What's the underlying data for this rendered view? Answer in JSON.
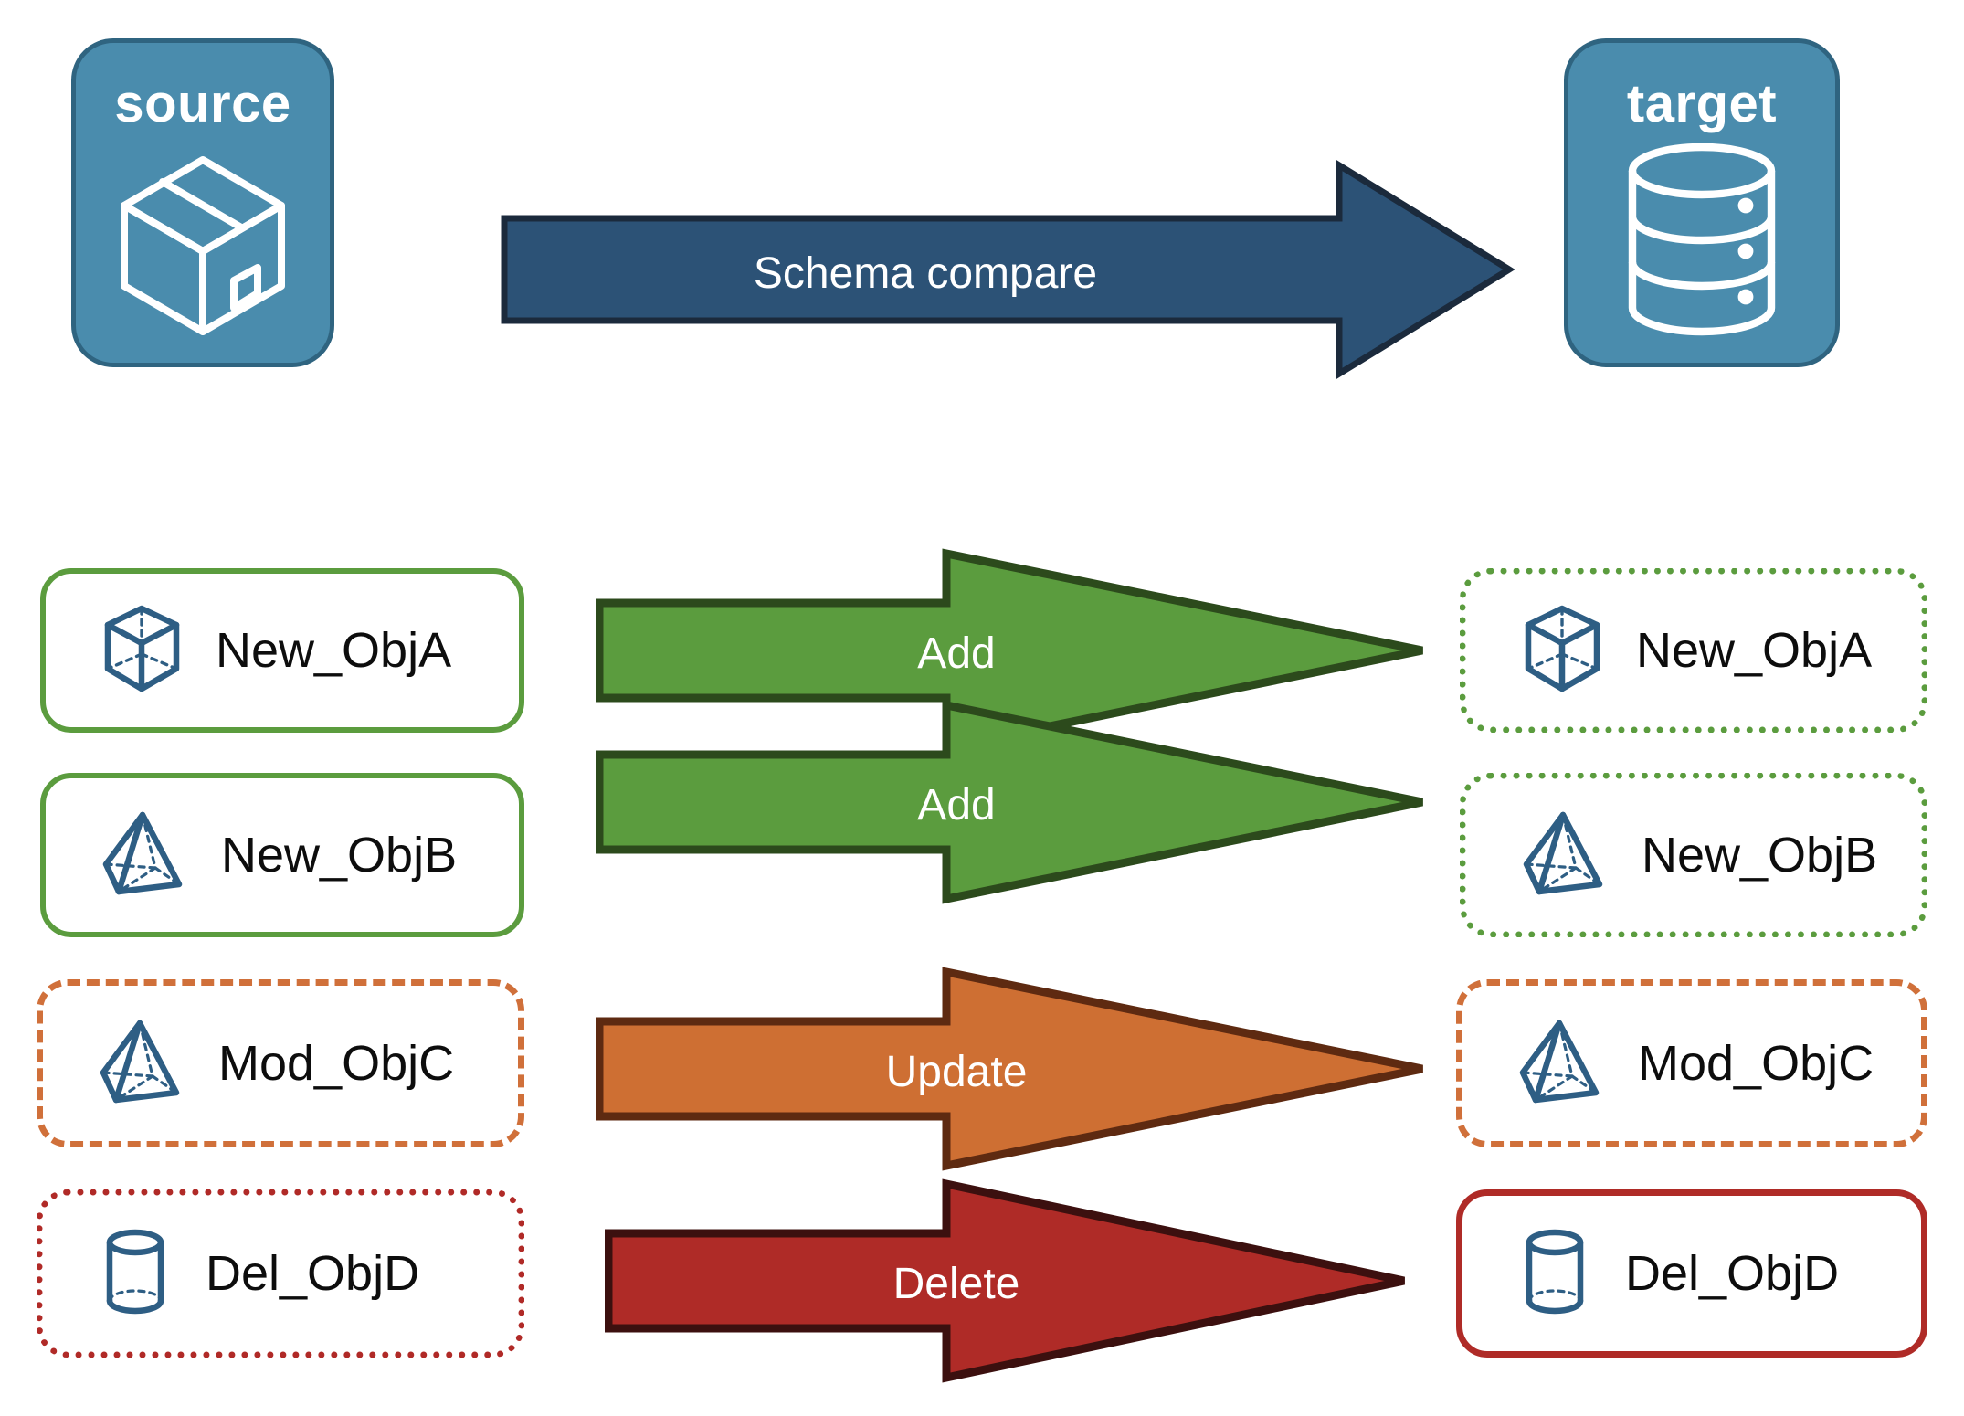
{
  "diagram": {
    "title_hidden": "",
    "endpoints": [
      {
        "id": "source",
        "label": "source",
        "icon": "box-3d-icon",
        "side": "left"
      },
      {
        "id": "target",
        "label": "target",
        "icon": "database-cylinder-icon",
        "side": "right"
      }
    ],
    "compare_arrow": {
      "label": "Schema compare",
      "fill": "#2C5276",
      "stroke": "#1B2A3C"
    },
    "colors": {
      "endpoint_fill": "#4A8CAD",
      "endpoint_stroke": "#2F6480",
      "shape_icon": "#2E5E84",
      "add_green": "#5B9C3E",
      "add_green_dark": "#2C4A1C",
      "update_orange": "#CE6F33",
      "update_orange_dark": "#5E2A11",
      "delete_red": "#AF2B27",
      "delete_red_dark": "#3C100F",
      "label_text": "#0D0D0D",
      "arrow_text": "#FFFFFF"
    },
    "rows": [
      {
        "action": "Add",
        "arrow_fill": "#5B9C3E",
        "arrow_stroke": "#2C4A1C",
        "source": {
          "label": "New_ObjA",
          "icon": "wireframe-cube-icon",
          "border_style": "solid",
          "border_color": "#5B9C3E"
        },
        "target": {
          "label": "New_ObjA",
          "icon": "wireframe-cube-icon",
          "border_style": "dotted",
          "border_color": "#5B9C3E"
        }
      },
      {
        "action": "Add",
        "arrow_fill": "#5B9C3E",
        "arrow_stroke": "#2C4A1C",
        "source": {
          "label": "New_ObjB",
          "icon": "wireframe-pyramid-icon",
          "border_style": "solid",
          "border_color": "#5B9C3E"
        },
        "target": {
          "label": "New_ObjB",
          "icon": "wireframe-pyramid-icon",
          "border_style": "dotted",
          "border_color": "#5B9C3E"
        }
      },
      {
        "action": "Update",
        "arrow_fill": "#CE6F33",
        "arrow_stroke": "#5E2A11",
        "source": {
          "label": "Mod_ObjC",
          "icon": "wireframe-pyramid-icon",
          "border_style": "dashed",
          "border_color": "#D0703A"
        },
        "target": {
          "label": "Mod_ObjC",
          "icon": "wireframe-pyramid-icon",
          "border_style": "dashed",
          "border_color": "#D0703A"
        }
      },
      {
        "action": "Delete",
        "arrow_fill": "#AF2B27",
        "arrow_stroke": "#3C100F",
        "source": {
          "label": "Del_ObjD",
          "icon": "wireframe-cylinder-icon",
          "border_style": "dotted",
          "border_color": "#B02A27"
        },
        "target": {
          "label": "Del_ObjD",
          "icon": "wireframe-cylinder-icon",
          "border_style": "solid",
          "border_color": "#AF2B27"
        }
      }
    ]
  }
}
